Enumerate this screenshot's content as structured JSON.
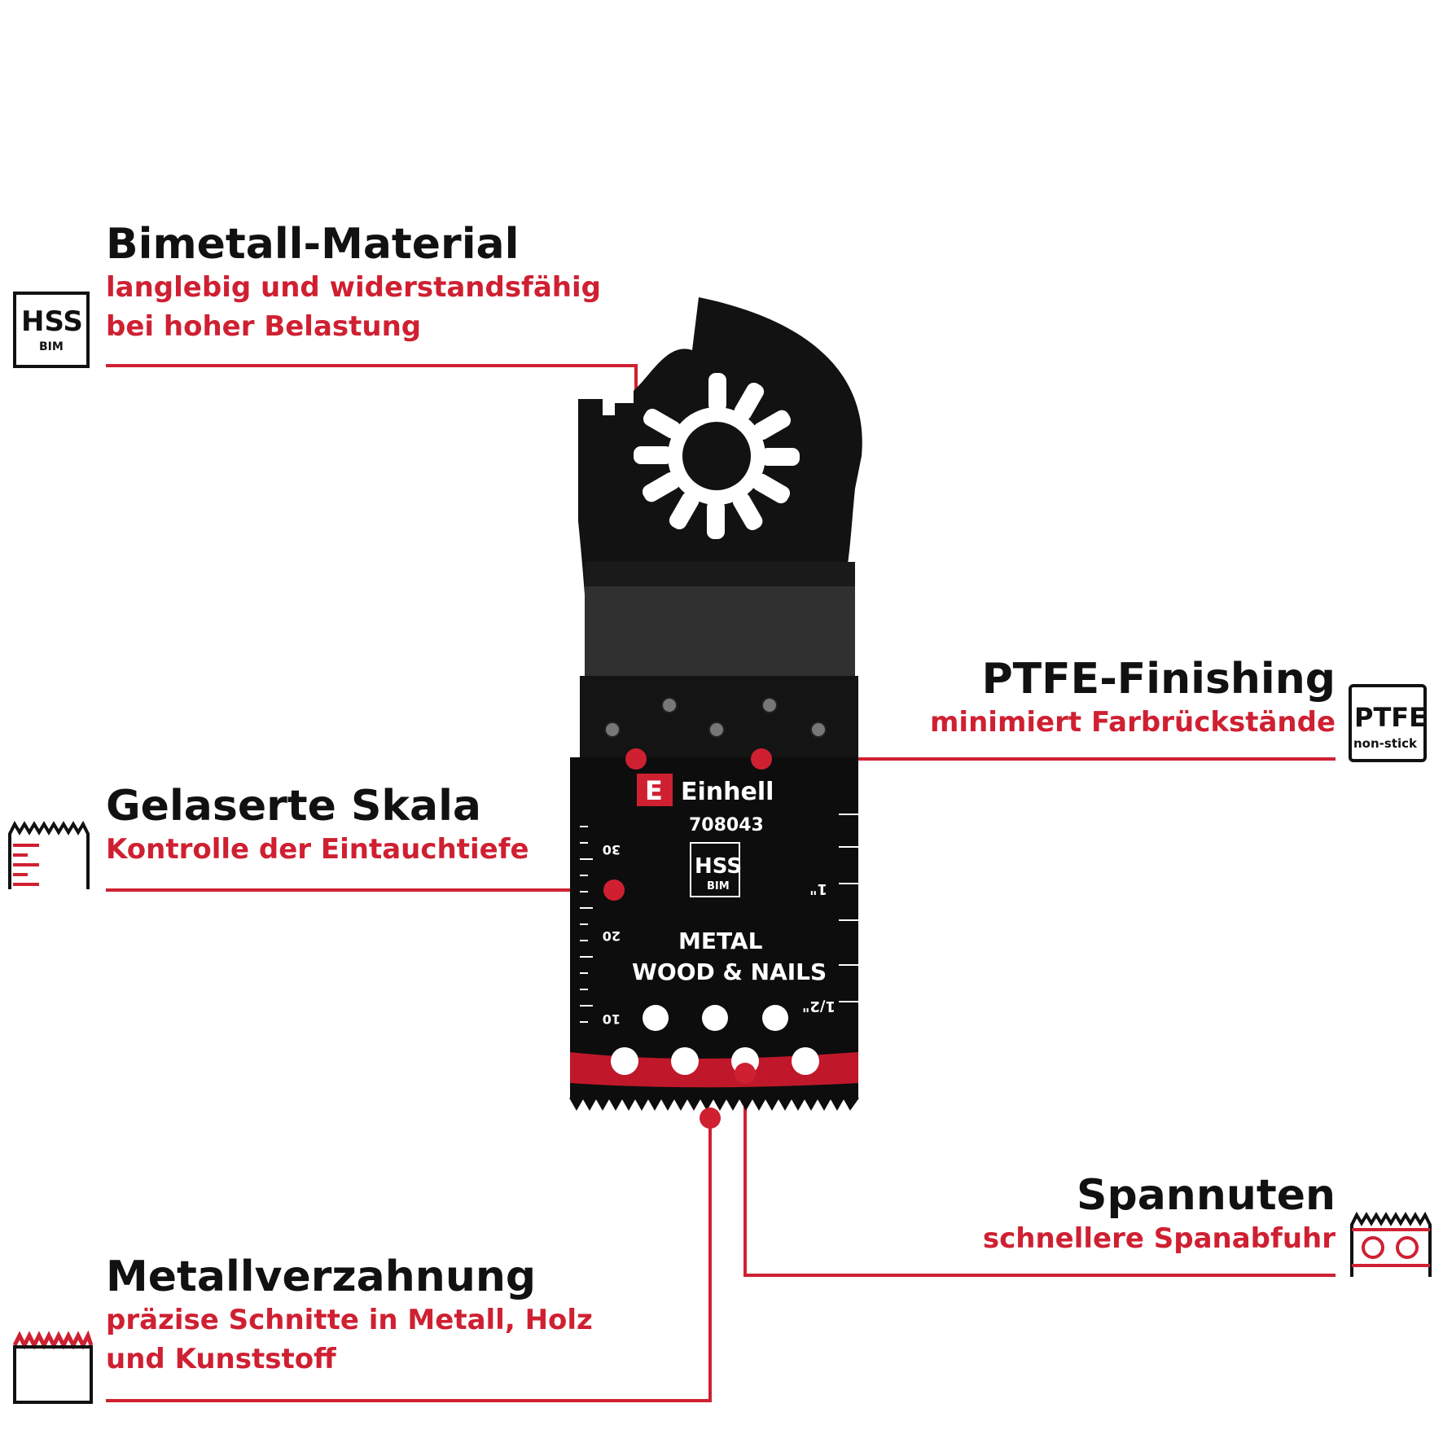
{
  "colors": {
    "accent": "#cf2032",
    "text": "#111111",
    "blade": "#111111",
    "background": "#ffffff"
  },
  "features": {
    "bimetall": {
      "title": "Bimetall-Material",
      "line1": "langlebig und widerstandsfähig",
      "line2": "bei hoher Belastung",
      "icon": {
        "name": "hss-bim-icon",
        "top": "HSS",
        "bottom": "BIM"
      }
    },
    "skala": {
      "title": "Gelaserte Skala",
      "line1": "Kontrolle der Eintauchtiefe",
      "icon": {
        "name": "scale-icon"
      }
    },
    "verzahnung": {
      "title": "Metallverzahnung",
      "line1": "präzise Schnitte in Metall, Holz",
      "line2": "und Kunststoff",
      "icon": {
        "name": "metal-teeth-icon"
      }
    },
    "ptfe": {
      "title": "PTFE-Finishing",
      "line1": "minimiert Farbrückstände",
      "icon": {
        "name": "ptfe-non-stick-icon",
        "top": "PTFE",
        "bottom": "non-stick"
      }
    },
    "spannuten": {
      "title": "Spannuten",
      "line1": "schnellere Spanabfuhr",
      "icon": {
        "name": "chip-flutes-icon"
      }
    }
  },
  "blade": {
    "brand": "Einhell",
    "brand_logo_letter": "E",
    "model": "708043",
    "badge_top": "HSS",
    "badge_bottom": "BIM",
    "material_line1": "METAL",
    "material_line2": "WOOD & NAILS",
    "scale_metric": [
      "30",
      "20",
      "10"
    ],
    "scale_imperial": [
      "1\"",
      "1/2\""
    ]
  }
}
